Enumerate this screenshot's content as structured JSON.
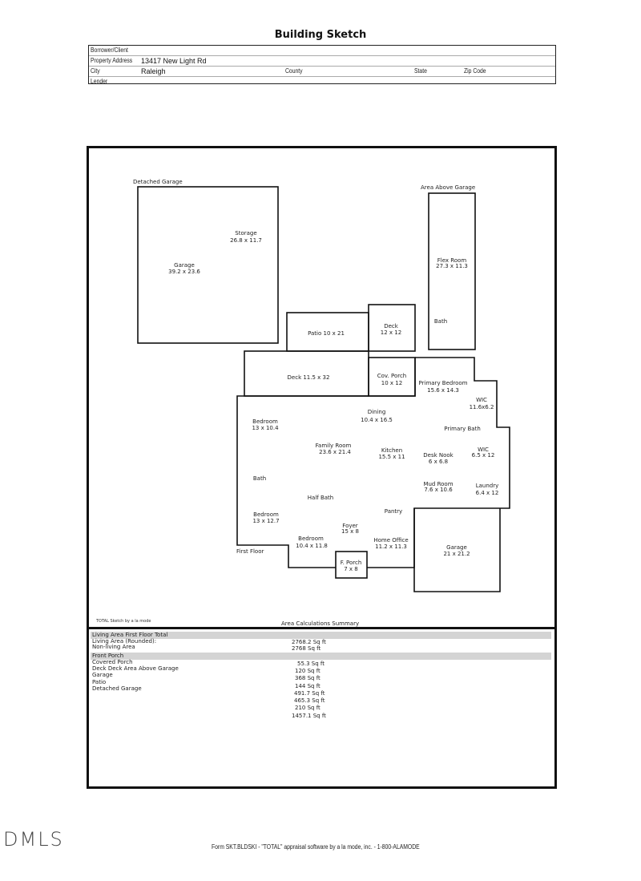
{
  "document": {
    "title": "Building Sketch"
  },
  "header": {
    "borrower_label": "Borrower/Client",
    "borrower_value": "",
    "address_label": "Property Address",
    "address_value": "13417 New Light Rd",
    "city_label": "City",
    "city_value": "Raleigh",
    "county_label": "County",
    "state_label": "State",
    "zip_label": "Zip Code",
    "lender_label": "Lender"
  },
  "sketch": {
    "sections": {
      "detached_garage": "Detached Garage",
      "area_above_garage": "Area Above Garage",
      "first_floor": "First Floor"
    },
    "rooms": [
      {
        "name": "Storage",
        "dims": "26.8 x 11.7"
      },
      {
        "name": "Garage",
        "dims": "39.2 x 23.6"
      },
      {
        "name": "Flex Room",
        "dims": "27.3 x 11.3"
      },
      {
        "name": "Bath",
        "dims": ""
      },
      {
        "name": "Patio 10 x 21",
        "dims": ""
      },
      {
        "name": "Deck",
        "dims": "12 x 12"
      },
      {
        "name": "Deck 11.5 x 32",
        "dims": ""
      },
      {
        "name": "Cov. Porch",
        "dims": "10 x 12"
      },
      {
        "name": "Primary Bedroom",
        "dims": "15.6 x 14.3"
      },
      {
        "name": "WIC",
        "dims": "11.6x6.2"
      },
      {
        "name": "Dining",
        "dims": "10.4 x 16.5"
      },
      {
        "name": "Bedroom",
        "dims": "13 x 10.4"
      },
      {
        "name": "Primary Bath",
        "dims": ""
      },
      {
        "name": "Family Room",
        "dims": "23.6 x 21.4"
      },
      {
        "name": "Kitchen",
        "dims": "15.5 x 11"
      },
      {
        "name": "Desk Nook",
        "dims": "6 x 6.8"
      },
      {
        "name": "WIC",
        "dims": "6.5 x 12"
      },
      {
        "name": "Bath",
        "dims": ""
      },
      {
        "name": "Mud Room",
        "dims": "7.6 x 10.6"
      },
      {
        "name": "Laundry",
        "dims": "6.4 x 12"
      },
      {
        "name": "Half Bath",
        "dims": ""
      },
      {
        "name": "Pantry",
        "dims": ""
      },
      {
        "name": "Bedroom",
        "dims": "13 x 12.7"
      },
      {
        "name": "Foyer",
        "dims": "15 x 8"
      },
      {
        "name": "Bedroom",
        "dims": "10.4 x 11.8"
      },
      {
        "name": "Home Office",
        "dims": "11.2 x 11.3"
      },
      {
        "name": "Garage",
        "dims": "21 x 21.2"
      },
      {
        "name": "F. Porch",
        "dims": "7 x 8"
      }
    ],
    "credit": "TOTAL Sketch by a la mode"
  },
  "summary": {
    "title": "Area Calculations Summary",
    "living_header": "Living   Area   First   Floor   Total",
    "living_rows": [
      {
        "label": "Living Area (Rounded):",
        "value": "2768.2 Sq ft"
      },
      {
        "label": "Non-living Area",
        "value": "2768 Sq ft"
      }
    ],
    "nonliving_header": "Front Porch",
    "nonliving_labels": [
      "Covered Porch",
      "Deck Deck Area Above Garage",
      "Garage",
      "Patio",
      "Detached Garage"
    ],
    "nonliving_values": [
      "55.3 Sq ft",
      "120  Sq  ft",
      "368 Sq ft",
      "144 Sq ft",
      "491.7 Sq ft",
      "465.3 Sq ft",
      "210 Sq ft",
      "1457.1 Sq ft"
    ]
  },
  "footer": {
    "logo": "DMLS",
    "form_text": "Form SKT.BLDSKI - \"TOTAL\" appraisal software by a la mode, inc. - 1-800-ALAMODE"
  }
}
